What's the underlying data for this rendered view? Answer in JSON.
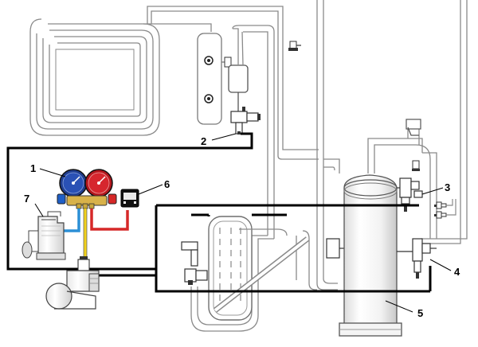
{
  "colors": {
    "pipe": "#7a7a7a",
    "black_line": "#000000",
    "blue_hose": "#2b8fd6",
    "red_hose": "#d62828",
    "yellow_hose": "#f2d21b",
    "low_gauge_face": "#1f3d8f",
    "high_gauge_face": "#b3161d"
  },
  "callouts": [
    {
      "id": "1",
      "label": "1"
    },
    {
      "id": "2",
      "label": "2"
    },
    {
      "id": "3",
      "label": "3"
    },
    {
      "id": "4",
      "label": "4"
    },
    {
      "id": "5",
      "label": "5"
    },
    {
      "id": "6",
      "label": "6"
    },
    {
      "id": "7",
      "label": "7"
    }
  ],
  "components": {
    "condenser_coil": "condenser-coil",
    "receiver": "liquid-receiver",
    "filter_drier": "filter-drier",
    "manifold_gauges": "manifold-gauge-set",
    "scale": "electronic-scale",
    "refrigerant_cylinder": "refrigerant-cylinder",
    "vacuum_pump": "vacuum-pump",
    "heat_exchanger": "heat-exchanger",
    "compressor": "compressor"
  }
}
